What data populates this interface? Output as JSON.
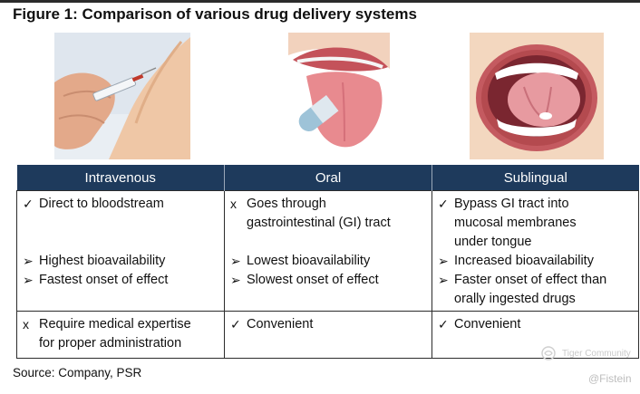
{
  "title": "Figure 1: Comparison of various drug delivery systems",
  "images": [
    {
      "subject": "iv-injection-image"
    },
    {
      "subject": "oral-tablet-image"
    },
    {
      "subject": "sublingual-tablet-image"
    }
  ],
  "table": {
    "headers": [
      "Intravenous",
      "Oral",
      "Sublingual"
    ],
    "row1": {
      "iv": {
        "primary": "Direct to bloodstream",
        "points": [
          "Highest bioavailability",
          "Fastest onset of effect"
        ]
      },
      "oral": {
        "primary_a": "Goes through",
        "primary_b": "gastrointestinal (GI) tract",
        "points": [
          "Lowest bioavailability",
          "Slowest onset of effect"
        ]
      },
      "sub": {
        "primary_a": "Bypass GI tract into",
        "primary_b": "mucosal membranes",
        "primary_c": "under tongue",
        "points": [
          "Increased bioavailability",
          "Faster onset of effect than",
          "orally ingested drugs"
        ]
      }
    },
    "row2": {
      "iv_a": "Require medical expertise",
      "iv_b": "for proper administration",
      "oral": "Convenient",
      "sub": "Convenient"
    },
    "marks": {
      "check": "✓",
      "cross": "x",
      "arrow": "➢"
    }
  },
  "source": "Source: Company, PSR",
  "watermark": {
    "brand": "Tiger Community",
    "handle": "@Fistein"
  },
  "colors": {
    "header_bg": "#1e3a5c",
    "header_text": "#ffffff",
    "border": "#2c2c2c"
  }
}
